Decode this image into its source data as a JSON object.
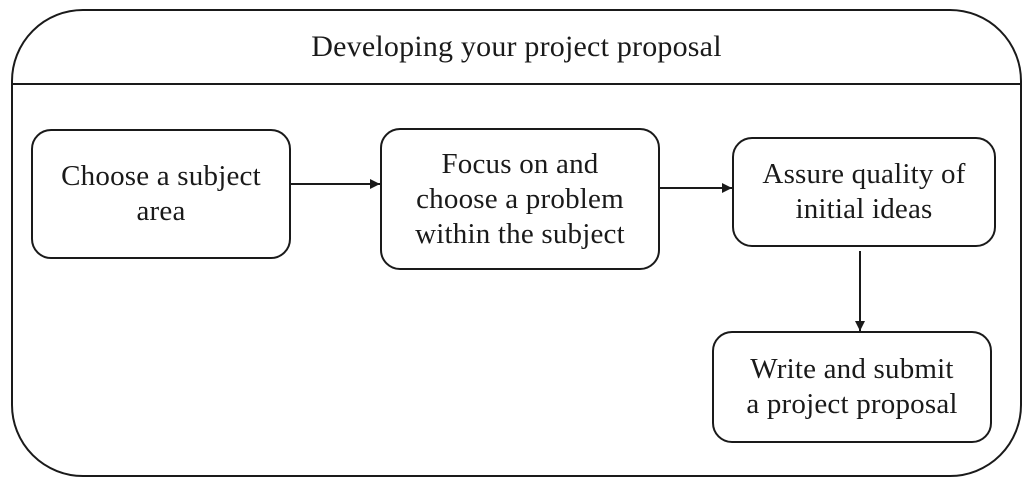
{
  "diagram": {
    "title": "Developing your project proposal",
    "nodes": [
      {
        "id": "n1",
        "label": "Choose a subject\narea"
      },
      {
        "id": "n2",
        "label": "Focus on and\nchoose a problem\nwithin the subject"
      },
      {
        "id": "n3",
        "label": "Assure quality of\ninitial ideas"
      },
      {
        "id": "n4",
        "label": "Write and submit\na project proposal"
      }
    ],
    "edges": [
      {
        "from": "n1",
        "to": "n2"
      },
      {
        "from": "n2",
        "to": "n3"
      },
      {
        "from": "n3",
        "to": "n4"
      }
    ],
    "colors": {
      "stroke": "#1a1a1a",
      "background": "#ffffff"
    }
  }
}
